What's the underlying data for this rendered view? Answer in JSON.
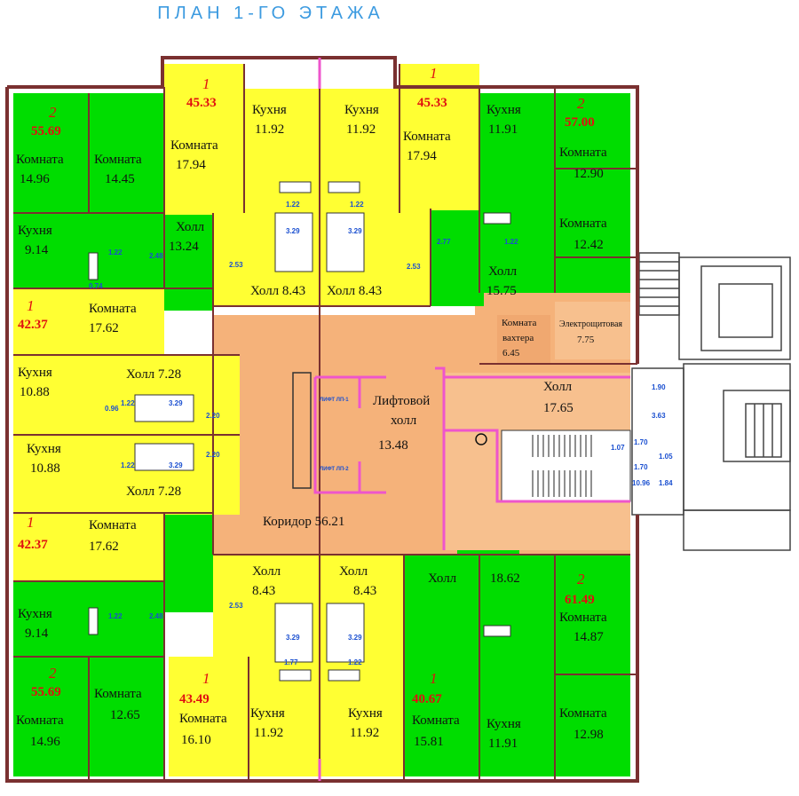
{
  "title": "ПЛАН 1-ГО ЭТАЖА",
  "colors": {
    "two_room": "#00dd00",
    "one_room": "#ffff33",
    "common": "#f5b27a",
    "wall": "#7a3030",
    "lift": "#ee55cc",
    "marker": "#1a4fd0"
  },
  "apartments": {
    "tl": {
      "rooms": "2",
      "area": "55.69",
      "komnata1": "Комната",
      "komnata1_area": "14.96",
      "komnata2": "Комната",
      "komnata2_area": "14.45",
      "kitchen": "Кухня",
      "kitchen_area": "9.14",
      "hall": "Холл",
      "hall_area": "13.24",
      "m_a": "1.22",
      "m_b": "2.48",
      "m_c": "0.74"
    },
    "top1": {
      "rooms": "1",
      "area": "45.33",
      "komnata": "Комната",
      "komnata_area": "17.94",
      "kitchen": "Кухня",
      "kitchen_area": "11.92",
      "hall": "Холл 8.43",
      "m_a": "2.53",
      "m_b": "3.29",
      "m_c": "1.22"
    },
    "top2": {
      "rooms": "1",
      "area": "45.33",
      "komnata": "Комната",
      "komnata_area": "17.94",
      "kitchen": "Кухня",
      "kitchen_area": "11.92",
      "hall": "Холл 8.43",
      "m_a": "2.53",
      "m_b": "3.29",
      "m_c": "1.22"
    },
    "tr": {
      "rooms": "2",
      "area": "57.00",
      "komnata1": "Комната",
      "komnata1_area": "12.90",
      "komnata2": "Комната",
      "komnata2_area": "12.42",
      "kitchen": "Кухня",
      "kitchen_area": "11.91",
      "hall": "Холл",
      "hall_area": "15.75",
      "m_a": "2.77",
      "m_b": "1.22"
    },
    "ml1": {
      "rooms": "1",
      "area": "42.37",
      "komnata": "Комната",
      "komnata_area": "17.62",
      "kitchen": "Кухня",
      "kitchen_area": "10.88",
      "hall": "Холл 7.28",
      "m_a": "3.29",
      "m_b": "2.20",
      "m_c": "1.22",
      "m_d": "0.96"
    },
    "ml2": {
      "rooms": "1",
      "area": "42.37",
      "komnata": "Комната",
      "komnata_area": "17.62",
      "kitchen": "Кухня",
      "kitchen_area": "10.88",
      "hall": "Холл 7.28",
      "m_a": "3.29",
      "m_b": "2.20",
      "m_c": "1.22"
    },
    "bl": {
      "rooms": "2",
      "area": "55.69",
      "komnata1": "Комната",
      "komnata1_area": "14.96",
      "komnata2": "Комната",
      "komnata2_area": "12.65",
      "kitchen": "Кухня",
      "kitchen_area": "9.14",
      "m_a": "1.22",
      "m_b": "2.48"
    },
    "bot1": {
      "rooms": "1",
      "area": "43.49",
      "komnata": "Комната",
      "komnata_area": "16.10",
      "kitchen": "Кухня",
      "kitchen_area": "11.92",
      "hall": "Холл",
      "hall_area": "8.43",
      "m_a": "2.53",
      "m_b": "3.29",
      "m_c": "1.77"
    },
    "bot2": {
      "rooms": "1",
      "area": "40.67",
      "komnata": "Комната",
      "komnata_area": "15.81",
      "kitchen": "Кухня",
      "kitchen_area": "11.92",
      "hall": "Холл",
      "hall_area": "8.43",
      "m_a": "3.29",
      "m_b": "1.22"
    },
    "br": {
      "rooms": "2",
      "area": "61.49",
      "komnata1": "Комната",
      "komnata1_area": "14.87",
      "komnata2": "Комната",
      "komnata2_area": "12.98",
      "kitchen": "Кухня",
      "kitchen_area": "11.91",
      "hall": "Холл",
      "hall_area": "18.62"
    }
  },
  "common": {
    "corridor": "Коридор 56.21",
    "lift_hall_1": "Лифтовой",
    "lift_hall_2": "холл",
    "lift_hall_area": "13.48",
    "hall_name": "Холл",
    "hall_area": "17.65",
    "guard_1": "Комната",
    "guard_2": "вахтера",
    "guard_area": "6.45",
    "electro": "Электрощитовая",
    "electro_area": "7.75",
    "lift_a": "ЛИФТ ЛП-1",
    "lift_b": "ЛИФТ ЛП-2",
    "m_1": "1.90",
    "m_2": "3.63",
    "m_3": "10.96",
    "m_4": "1.70",
    "m_5": "1.05",
    "m_6": "1.70",
    "m_7": "1.84",
    "m_8": "1.07"
  }
}
